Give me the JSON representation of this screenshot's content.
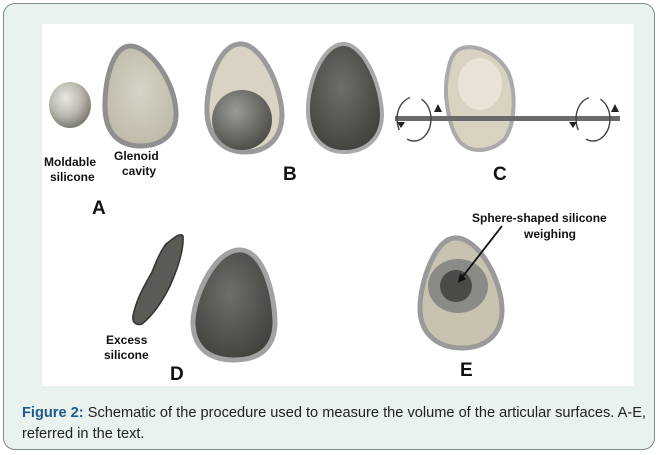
{
  "figure": {
    "labels": {
      "moldable": [
        "Moldable",
        "silicone"
      ],
      "glenoid": [
        "Glenoid",
        "cavity"
      ],
      "sphere": [
        "Sphere-shaped silicone",
        "weighing"
      ],
      "excess": [
        "Excess",
        "silicone"
      ]
    },
    "panels": [
      "A",
      "B",
      "C",
      "D",
      "E"
    ],
    "colors": {
      "cavity_rim": "#9a9a9a",
      "cavity_fill": "#c9c4b4",
      "silicone_ball": "#8a8a8a",
      "dark_silicone": "#4f4f4f"
    }
  },
  "caption": {
    "label": "Figure 2:",
    "text": " Schematic of the procedure used to measure the volume of the articular surfaces. A-E, referred in the text."
  }
}
